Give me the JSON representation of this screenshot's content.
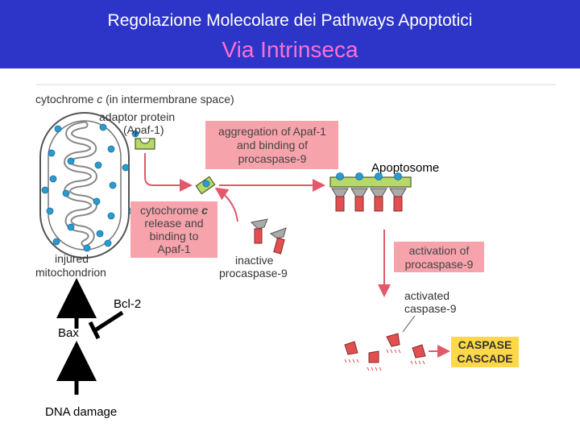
{
  "header": {
    "title": "Regolazione Molecolare dei Pathways Apoptotici",
    "subtitle": "Via Intrinseca"
  },
  "figure": {
    "cytochrome_label_pre": "cytochrome",
    "cytochrome_label_c": "c",
    "cytochrome_label_post": "(in intermembrane space)",
    "adaptor_line1": "adaptor protein",
    "adaptor_line2": "(Apaf-1)",
    "aggregation_line1": "aggregation of Apaf-1",
    "aggregation_line2": "and binding of",
    "aggregation_line3": "procaspase-9",
    "apoptosome": "Apoptosome",
    "release_line1_pre": "cytochrome",
    "release_line1_c": "c",
    "release_line2": "release and",
    "release_line3": "binding to",
    "release_line4": "Apaf-1",
    "inactive_line1": "inactive",
    "inactive_line2": "procaspase-9",
    "activation_line1": "activation of",
    "activation_line2": "procaspase-9",
    "activated_line1": "activated",
    "activated_line2": "caspase-9",
    "cascade_line1": "CASPASE",
    "cascade_line2": "CASCADE",
    "injured_line1": "injured",
    "injured_line2": "mitochondrion",
    "bcl2": "Bcl-2",
    "bax": "Bax",
    "dna_damage": "DNA damage"
  },
  "colors": {
    "header_bg": "#2d35c8",
    "subtitle": "#ff6fd0",
    "pink_box": "#f6a3ab",
    "cascade_box": "#ffd84a",
    "cytochrome_dot": "#2a9bd1",
    "procaspase": "#e05050"
  }
}
